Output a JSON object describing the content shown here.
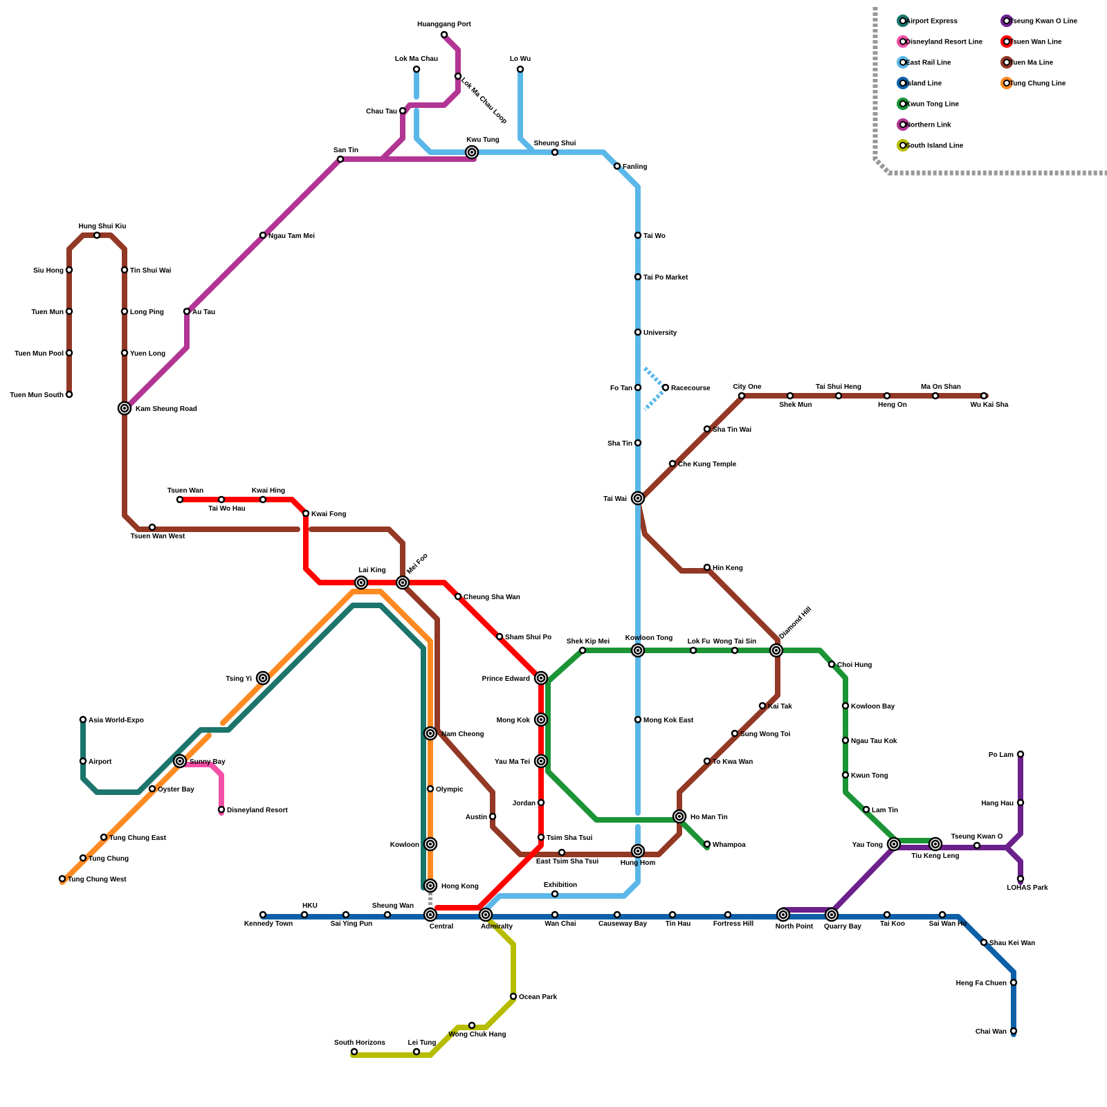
{
  "legend": [
    {
      "key": "ae",
      "label": "Airport Express",
      "color": "#1b756c"
    },
    {
      "key": "drl",
      "label": "Disneyland Resort Line",
      "color": "#f550a6"
    },
    {
      "key": "erl",
      "label": "East Rail Line",
      "color": "#5ab7e8"
    },
    {
      "key": "isl",
      "label": "Island Line",
      "color": "#0d60a8"
    },
    {
      "key": "ktl",
      "label": "Kwun Tong Line",
      "color": "#1b9436"
    },
    {
      "key": "nol",
      "label": "Northern Link",
      "color": "#b23593"
    },
    {
      "key": "sil",
      "label": "South Island Line",
      "color": "#b6bd00"
    },
    {
      "key": "tko",
      "label": "Tseung Kwan O Line",
      "color": "#6b208b"
    },
    {
      "key": "twl",
      "label": "Tsuen Wan Line",
      "color": "#ff0000"
    },
    {
      "key": "tml",
      "label": "Tuen Ma Line",
      "color": "#923825"
    },
    {
      "key": "tcl",
      "label": "Tung Chung Line",
      "color": "#ff8a22"
    }
  ],
  "stations": [
    {
      "name": "Huanggang Port"
    },
    {
      "name": "Lok Ma Chau"
    },
    {
      "name": "Lo Wu"
    },
    {
      "name": "Lok Ma Chau Loop"
    },
    {
      "name": "Chau Tau"
    },
    {
      "name": "Kwu Tung"
    },
    {
      "name": "Sheung Shui"
    },
    {
      "name": "San Tin"
    },
    {
      "name": "Fanling"
    },
    {
      "name": "Hung Shui Kiu"
    },
    {
      "name": "Ngau Tam Mei"
    },
    {
      "name": "Tai Wo"
    },
    {
      "name": "Siu Hong"
    },
    {
      "name": "Tin Shui Wai"
    },
    {
      "name": "Tai Po Market"
    },
    {
      "name": "Tuen Mun"
    },
    {
      "name": "Long Ping"
    },
    {
      "name": "Au Tau"
    },
    {
      "name": "University"
    },
    {
      "name": "Tuen Mun Pool"
    },
    {
      "name": "Yuen Long"
    },
    {
      "name": "Fo Tan"
    },
    {
      "name": "Racecourse"
    },
    {
      "name": "City One"
    },
    {
      "name": "Tai Shui Heng"
    },
    {
      "name": "Ma On Shan"
    },
    {
      "name": "Tuen Mun South"
    },
    {
      "name": "Shek Mun"
    },
    {
      "name": "Heng On"
    },
    {
      "name": "Wu Kai Sha"
    },
    {
      "name": "Kam Sheung Road"
    },
    {
      "name": "Sha Tin Wai"
    },
    {
      "name": "Sha Tin"
    },
    {
      "name": "Che Kung Temple"
    },
    {
      "name": "Tsuen Wan"
    },
    {
      "name": "Kwai Hing"
    },
    {
      "name": "Tai Wai"
    },
    {
      "name": "Tai Wo Hau"
    },
    {
      "name": "Kwai Fong"
    },
    {
      "name": "Tsuen Wan West"
    },
    {
      "name": "Mei Foo"
    },
    {
      "name": "Hin Keng"
    },
    {
      "name": "Lai King"
    },
    {
      "name": "Cheung Sha Wan"
    },
    {
      "name": "Diamond Hill"
    },
    {
      "name": "Sham Shui Po"
    },
    {
      "name": "Shek Kip Mei"
    },
    {
      "name": "Kowloon Tong"
    },
    {
      "name": "Lok Fu"
    },
    {
      "name": "Wong Tai Sin"
    },
    {
      "name": "Choi Hung"
    },
    {
      "name": "Tsing Yi"
    },
    {
      "name": "Prince Edward"
    },
    {
      "name": "Kai Tak"
    },
    {
      "name": "Kowloon Bay"
    },
    {
      "name": "Asia World-Expo"
    },
    {
      "name": "Mong Kok"
    },
    {
      "name": "Mong Kok East"
    },
    {
      "name": "Nam Cheong"
    },
    {
      "name": "Sung Wong Toi"
    },
    {
      "name": "Ngau Tau Kok"
    },
    {
      "name": "Po Lam"
    },
    {
      "name": "Airport"
    },
    {
      "name": "Sunny Bay"
    },
    {
      "name": "Yau Ma Tei"
    },
    {
      "name": "To Kwa Wan"
    },
    {
      "name": "Kwun Tong"
    },
    {
      "name": "Oyster Bay"
    },
    {
      "name": "Olympic"
    },
    {
      "name": "Hang Hau"
    },
    {
      "name": "Jordan"
    },
    {
      "name": "Lam Tin"
    },
    {
      "name": "Disneyland Resort"
    },
    {
      "name": "Austin"
    },
    {
      "name": "Ho Man Tin"
    },
    {
      "name": "Tung Chung East"
    },
    {
      "name": "Tsim Sha Tsui"
    },
    {
      "name": "Kowloon"
    },
    {
      "name": "Yau Tong"
    },
    {
      "name": "Whampoa"
    },
    {
      "name": "Tseung Kwan O"
    },
    {
      "name": "Tiu Keng Leng"
    },
    {
      "name": "East Tsim Sha Tsui"
    },
    {
      "name": "Hung Hom"
    },
    {
      "name": "Tung Chung"
    },
    {
      "name": "Tung Chung West"
    },
    {
      "name": "LOHAS Park"
    },
    {
      "name": "Hong Kong"
    },
    {
      "name": "Exhibition"
    },
    {
      "name": "HKU"
    },
    {
      "name": "Sheung Wan"
    },
    {
      "name": "Kennedy Town"
    },
    {
      "name": "Sai Ying Pun"
    },
    {
      "name": "Central"
    },
    {
      "name": "Admiralty"
    },
    {
      "name": "Wan Chai"
    },
    {
      "name": "Causeway Bay"
    },
    {
      "name": "Tin Hau"
    },
    {
      "name": "Fortress Hill"
    },
    {
      "name": "North Point"
    },
    {
      "name": "Quarry Bay"
    },
    {
      "name": "Tai Koo"
    },
    {
      "name": "Sai Wan Ho"
    },
    {
      "name": "Shau Kei Wan"
    },
    {
      "name": "Heng Fa Chuen"
    },
    {
      "name": "Ocean Park"
    },
    {
      "name": "Chai Wan"
    },
    {
      "name": "Wong Chuk Hang"
    },
    {
      "name": "South Horizons"
    },
    {
      "name": "Lei Tung"
    }
  ]
}
